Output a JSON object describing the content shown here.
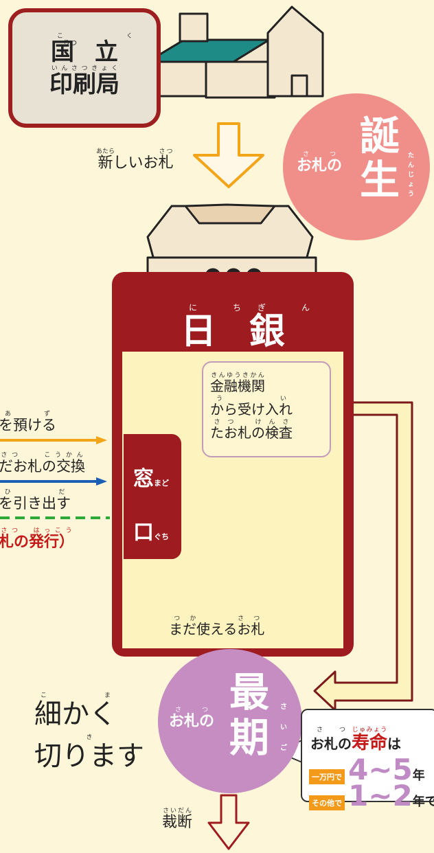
{
  "bureau": {
    "line1": "国立",
    "line1_ruby": [
      "こく",
      "りつ"
    ],
    "line2": "印刷局",
    "line2_ruby": "いんさつきょく"
  },
  "new_notes": {
    "pre": "新",
    "pre_ruby": "あたら",
    "mid": "しいお",
    "post": "札",
    "post_ruby": "さつ"
  },
  "birth": {
    "small": "お札の",
    "small_ruby": "さつ",
    "big1": "誕",
    "big2": "生",
    "ruby": "たんじょう"
  },
  "boj": {
    "title": [
      "日",
      "銀"
    ],
    "title_ruby": [
      "にち",
      "ぎん"
    ],
    "window": [
      "窓",
      "口"
    ],
    "window_ruby": [
      "まど",
      "ぐち"
    ]
  },
  "inspection": {
    "line1": "金融機関",
    "line1_ruby": "きんゆうきかん",
    "line2": "から受け入れ",
    "line2_ruby": "う　い",
    "line3": "たお札の検査",
    "line3_ruby": "さつ　けんさ"
  },
  "left_flows": [
    {
      "text": "を預ける",
      "ruby": "あず"
    },
    {
      "text": "だお札の交換",
      "ruby": "さつ　　こうかん"
    },
    {
      "text": "を引き出す",
      "ruby": "ひ　　だ"
    },
    {
      "text": "札の発行）",
      "ruby": "さつ　はっこう"
    }
  ],
  "reusable": {
    "text": "まだ使えるお札",
    "ruby": "つか　　さつ"
  },
  "death": {
    "small": "お札の",
    "small_ruby": "さつ",
    "big1": "最",
    "big2": "期",
    "ruby": "さいご"
  },
  "shred": {
    "line1": "細かく",
    "line1_ruby": "こま",
    "line2": "切ります",
    "line2_ruby": "き"
  },
  "cut": {
    "text": "裁断",
    "ruby": "さいだん"
  },
  "lifespan": {
    "title_pre": "お札の",
    "title_pre_ruby": "さつ",
    "title_main": "寿命",
    "title_main_ruby": "じゅみょう",
    "title_post": "は",
    "rows": [
      {
        "badge": "一万円で",
        "range": "4~5",
        "unit": "年"
      },
      {
        "badge": "その他で",
        "range": "1~2",
        "unit": "年で"
      }
    ]
  },
  "colors": {
    "dark_red": "#9e1b20",
    "pink": "#f08f8a",
    "purple": "#c58dc2",
    "orange": "#f39a1a",
    "blue": "#1a5fb4",
    "green": "#2ea836",
    "cream": "#fdf3bf"
  }
}
